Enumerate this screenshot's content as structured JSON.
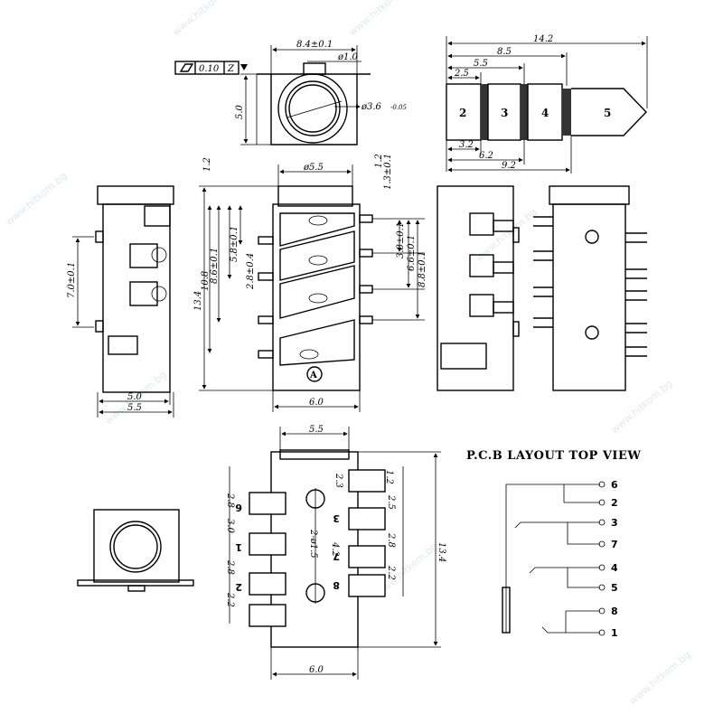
{
  "watermark": {
    "text": "www.hitkom.bg"
  },
  "tolerance_box": {
    "symbol": "▱",
    "value": "0.10",
    "datum": "Z"
  },
  "front_view": {
    "width": "8.4±0.1",
    "pin_hole": "ø1.0",
    "height": "5.0",
    "bore": "ø3.6",
    "bore_tol": "-0.05"
  },
  "plug": {
    "segments": [
      "2",
      "3",
      "4",
      "5"
    ],
    "dims": [
      "14.2",
      "8.5",
      "5.5",
      "2.5",
      "3.2",
      "6.2",
      "9.2"
    ]
  },
  "top_view": {
    "top_dims": [
      "ø5.5",
      "1.2",
      "1.3±0.1"
    ],
    "left_dims": [
      "1.2",
      "13.4",
      "10.8",
      "8.6±0.1",
      "5.8±0.1",
      "2.8±0.4"
    ],
    "right_dims": [
      "3.8±0.1",
      "6.6±0.1",
      "8.8±0.1"
    ],
    "bottom": "6.0",
    "marker": "A"
  },
  "side_view": {
    "height": "7.0±0.1",
    "w1": "5.0",
    "w2": "5.5"
  },
  "pcb_layout": {
    "top": "5.5",
    "bottom": "6.0",
    "total": "13.4",
    "left_dims": [
      "2.8",
      "3.0",
      "2.8",
      "2.2"
    ],
    "right_dims": [
      "1.2",
      "2.5",
      "2.8",
      "2.2",
      "2.3"
    ],
    "holes": "2-ø1.5",
    "center": "4.2",
    "pad_labels": [
      "6",
      "1",
      "2",
      "3",
      "7",
      "8"
    ]
  },
  "schematic": {
    "title": "P.C.B LAYOUT TOP VIEW",
    "pins": [
      "6",
      "2",
      "3",
      "7",
      "4",
      "5",
      "8",
      "1"
    ]
  }
}
